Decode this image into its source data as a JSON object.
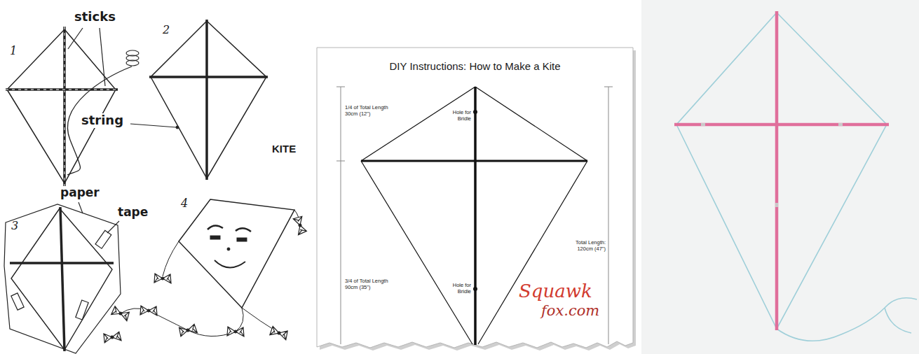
{
  "diagram": {
    "labels": [
      "1",
      "sticks",
      "2",
      "string",
      "KITE",
      "3",
      "paper",
      "tape",
      "4",
      "DIY Instructions: How to Make a Kite",
      "1/4 of Total Length 30cm (12\")",
      "Hole for Bridle",
      "Total Length: 120cm (47\")",
      "3/4 of Total Length 90cm (35\")",
      "Hole for Bridle",
      "Squawk",
      "fox.com"
    ]
  }
}
